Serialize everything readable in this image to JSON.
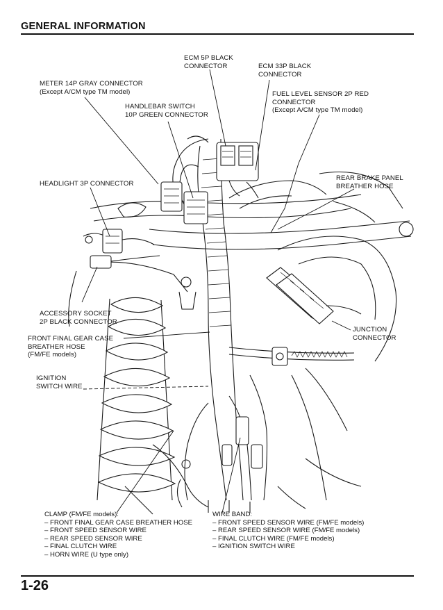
{
  "header": {
    "title": "GENERAL INFORMATION"
  },
  "page_number": "1-26",
  "callouts": {
    "ecm5p": "ECM 5P BLACK\nCONNECTOR",
    "ecm33p": "ECM 33P BLACK\nCONNECTOR",
    "meter14p": "METER 14P GRAY CONNECTOR\n(Except A/CM type TM model)",
    "fuel_level": "FUEL LEVEL SENSOR 2P RED\nCONNECTOR\n(Except A/CM type TM model)",
    "handlebar": "HANDLEBAR SWITCH\n10P GREEN CONNECTOR",
    "headlight": "HEADLIGHT 3P CONNECTOR",
    "rear_brake": "REAR BRAKE PANEL\nBREATHER HOSE",
    "accessory": "ACCESSORY SOCKET\n2P BLACK CONNECTOR",
    "junction": "JUNCTION\nCONNECTOR",
    "front_final": "FRONT FINAL GEAR CASE\nBREATHER HOSE\n(FM/FE models)",
    "ignition": "IGNITION\nSWITCH WIRE"
  },
  "clamp": {
    "title": "CLAMP (FM/FE models):",
    "items": [
      "– FRONT FINAL GEAR CASE BREATHER HOSE",
      "– FRONT SPEED SENSOR WIRE",
      "– REAR SPEED SENSOR WIRE",
      "– FINAL CLUTCH WIRE",
      "– HORN WIRE (U type only)"
    ]
  },
  "wire_band": {
    "title": "WIRE BAND:",
    "items": [
      "– FRONT SPEED SENSOR WIRE (FM/FE models)",
      "– REAR SPEED SENSOR WIRE (FM/FE models)",
      "– FINAL CLUTCH WIRE (FM/FE models)",
      "– IGNITION SWITCH WIRE"
    ]
  }
}
